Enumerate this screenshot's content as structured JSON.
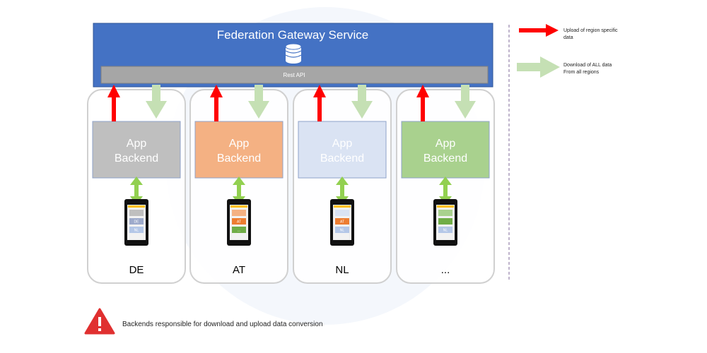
{
  "header": {
    "title": "Federation Gateway Service",
    "api_label": "Rest API",
    "colors": {
      "service": "#4472C4",
      "api": "#A6A6A6"
    }
  },
  "backend_label": [
    "App",
    "Backend"
  ],
  "regions": [
    {
      "id": "de",
      "name": "DE",
      "backend_color": "#BFBFBF",
      "phone_rows": [
        {
          "text": "",
          "color": "#BFBFBF"
        },
        {
          "text": "DE",
          "color": "#9DAACB"
        },
        {
          "text": "NL",
          "color": "#B4C7E7"
        }
      ]
    },
    {
      "id": "at",
      "name": "AT",
      "backend_color": "#F4B183",
      "phone_rows": [
        {
          "text": "",
          "color": "#F4B183"
        },
        {
          "text": "AT",
          "color": "#ED7D31"
        },
        {
          "text": "...",
          "color": "#70AD47"
        }
      ]
    },
    {
      "id": "nl",
      "name": "NL",
      "backend_color": "#DAE3F3",
      "phone_rows": [
        {
          "text": "",
          "color": "#DAE3F3"
        },
        {
          "text": "AT",
          "color": "#ED7D31"
        },
        {
          "text": "NL",
          "color": "#B4C7E7"
        }
      ]
    },
    {
      "id": "etc",
      "name": "...",
      "backend_color": "#A9D18E",
      "phone_rows": [
        {
          "text": "",
          "color": "#A9D18E"
        },
        {
          "text": "",
          "color": "#70AD47"
        },
        {
          "text": "NL",
          "color": "#B4C7E7"
        }
      ]
    }
  ],
  "legend": {
    "upload": {
      "label_lines": [
        "Upload of region specific",
        "data"
      ],
      "color": "#FF0000"
    },
    "download": {
      "label_lines": [
        "Download of ALL data",
        "From all regions"
      ],
      "color": "#C5E0B4"
    }
  },
  "note": {
    "text": "Backends responsible for download and upload data conversion",
    "icon": "warning-icon",
    "color": "#E03030"
  },
  "colors": {
    "sync_arrow": "#92D050",
    "region_border": "#D0D0D0"
  }
}
